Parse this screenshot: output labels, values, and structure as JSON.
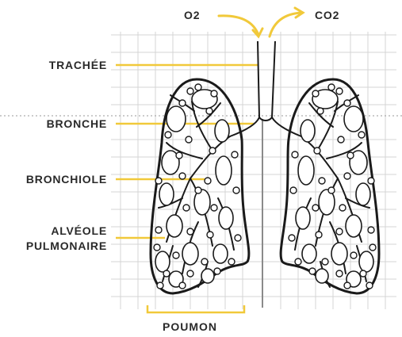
{
  "labels": {
    "o2": "O2",
    "co2": "CO2",
    "trachea": "TRACHÉE",
    "bronchus": "BRONCHE",
    "bronchiole": "BRONCHIOLE",
    "alveolus_line1": "ALVÉOLE",
    "alveolus_line2": "PULMONAIRE",
    "lung": "POUMON"
  },
  "colors": {
    "accent": "#f1c93a",
    "ink": "#1a1a1a",
    "grid": "#d4d4d4",
    "axis": "#8a8a8a",
    "text": "#2a2a2a"
  }
}
